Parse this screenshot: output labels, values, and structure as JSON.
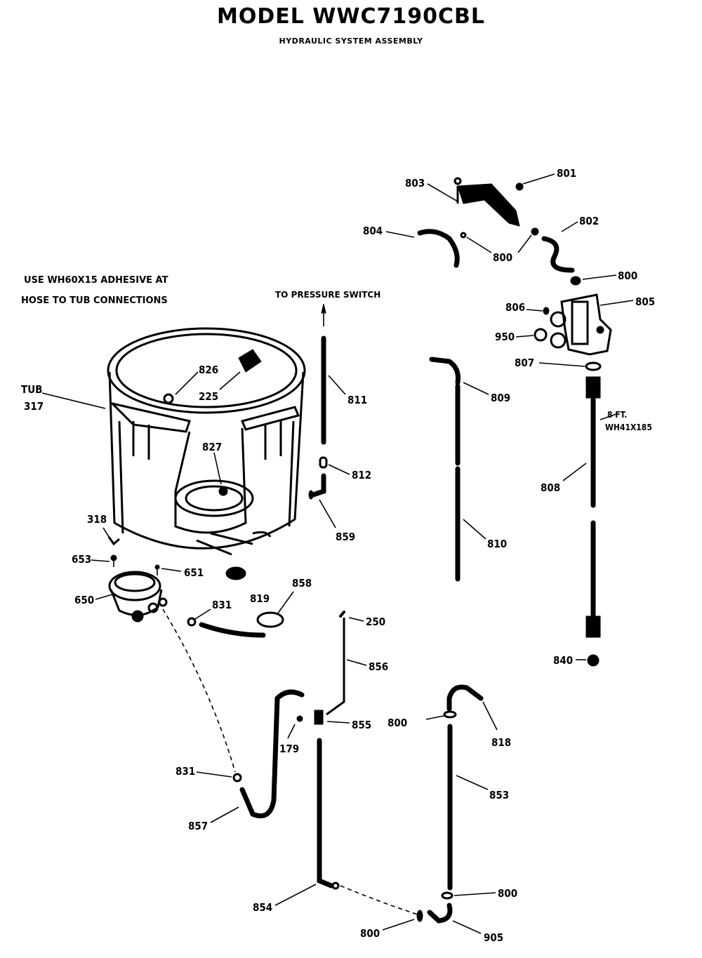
{
  "title": "MODEL  WWC7190CBL",
  "subtitle": "HYDRAULIC SYSTEM ASSEMBLY",
  "notes": {
    "adhesive_line1": "USE WH60X15 ADHESIVE AT",
    "adhesive_line2": "HOSE TO TUB CONNECTIONS",
    "pressure_switch": "TO PRESSURE SWITCH",
    "hose_length": "8 FT.",
    "hose_part": "WH41X185"
  },
  "labels": {
    "tub": "TUB",
    "tub_num": "317",
    "p826": "826",
    "p225": "225",
    "p827": "827",
    "p811": "811",
    "p812": "812",
    "p859": "859",
    "p318": "318",
    "p653": "653",
    "p651": "651",
    "p650": "650",
    "p819": "819",
    "p858": "858",
    "p831a": "831",
    "p831b": "831",
    "p250": "250",
    "p856": "856",
    "p855": "855",
    "p179": "179",
    "p857": "857",
    "p854": "854",
    "p803": "803",
    "p801": "801",
    "p804": "804",
    "p802": "802",
    "p800a": "800",
    "p800b": "800",
    "p806": "806",
    "p805": "805",
    "p950": "950",
    "p807": "807",
    "p809": "809",
    "p808": "808",
    "p810": "810",
    "p840": "840",
    "p800c": "800",
    "p818": "818",
    "p853": "853",
    "p800d": "800",
    "p800e": "800",
    "p905": "905"
  }
}
